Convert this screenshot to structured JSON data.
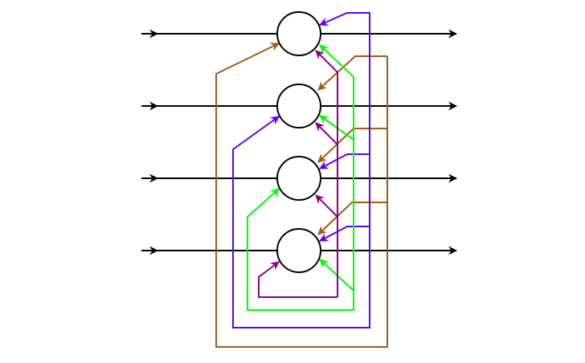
{
  "diagram": {
    "type": "recurrent-network",
    "neuron_count": 4,
    "colors": {
      "background": "#ffffff",
      "io": "#000000",
      "neuron_fill": "#ffffff",
      "neuron_stroke": "#000000",
      "feedback_from_neuron_1": "#a05a14",
      "feedback_from_neuron_2": "#5a00ff",
      "feedback_from_neuron_3": "#00ff00",
      "feedback_from_neuron_4": "#8c008c"
    },
    "neurons": [
      {
        "id": "n1"
      },
      {
        "id": "n2"
      },
      {
        "id": "n3"
      },
      {
        "id": "n4"
      }
    ],
    "feedback_loops": [
      {
        "source": "n1",
        "color_key": "feedback_from_neuron_1",
        "targets": [
          "n2",
          "n3",
          "n4"
        ],
        "self_target": "n1"
      },
      {
        "source": "n2",
        "color_key": "feedback_from_neuron_2",
        "targets": [
          "n1",
          "n3",
          "n4"
        ],
        "self_target": "n2"
      },
      {
        "source": "n3",
        "color_key": "feedback_from_neuron_3",
        "targets": [
          "n1",
          "n2",
          "n4"
        ],
        "self_target": "n3"
      },
      {
        "source": "n4",
        "color_key": "feedback_from_neuron_4",
        "targets": [
          "n1",
          "n2",
          "n3"
        ],
        "self_target": "n4"
      }
    ]
  }
}
